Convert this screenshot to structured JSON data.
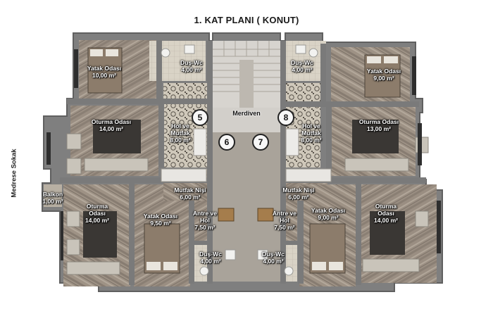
{
  "title": "1. KAT PLANI ( KONUT)",
  "street_label": "Medrese Sokak",
  "stairs_label": "Merdiven",
  "unit_numbers": [
    "5",
    "6",
    "7",
    "8"
  ],
  "rooms": [
    {
      "name": "Yatak Odası",
      "area": "10,00 m²"
    },
    {
      "name": "Duş-Wc",
      "area": "4,00 m²"
    },
    {
      "name": "Oturma Odası",
      "area": "14,00 m²"
    },
    {
      "name": "Hol ve Mutfak",
      "area": "8,00 m²"
    },
    {
      "name": "Balkon",
      "area": "1,00 m²"
    },
    {
      "name": "Oturma Odası",
      "area": "14,00 m²"
    },
    {
      "name": "Yatak Odası",
      "area": "9,50 m²"
    },
    {
      "name": "Mutfak Nişi",
      "area": "6,00 m²"
    },
    {
      "name": "Antre ve Hol",
      "area": "7,50 m²"
    },
    {
      "name": "Duş-Wc",
      "area": "4,00 m²"
    },
    {
      "name": "Duş-Wc",
      "area": "4,00 m²"
    },
    {
      "name": "Antre ve Hol",
      "area": "7,50 m²"
    },
    {
      "name": "Mutfak Nişi",
      "area": "6,00 m²"
    },
    {
      "name": "Yatak Odası",
      "area": "9,00 m²"
    },
    {
      "name": "Oturma Odası",
      "area": "14,00 m²"
    },
    {
      "name": "Duş-Wc",
      "area": "4,00 m²"
    },
    {
      "name": "Yatak Odası",
      "area": "9,00 m²"
    },
    {
      "name": "Oturma Odası",
      "area": "13,00 m²"
    },
    {
      "name": "Hol ve Mutfak",
      "area": "8,00 m²"
    }
  ],
  "colors": {
    "wall": "#8a8a8a",
    "wall_dark": "#6f6f6f",
    "floor_wood": "#9c8f82",
    "floor_wood_light": "#b5aa9e",
    "tile": "#d8d2c4",
    "bed": "#8b7b6a",
    "sofa": "#c9c4ba",
    "rug": "#3a3734"
  }
}
